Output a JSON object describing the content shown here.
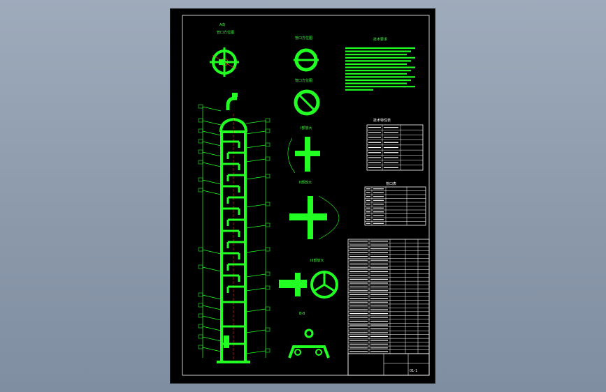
{
  "drawing": {
    "view_a": {
      "title": "A向",
      "subtitle": "管口方位图"
    },
    "section_titles": [
      "管口方位图",
      "管口方位图",
      "I部放大",
      "II部放大",
      "III部放大"
    ],
    "tech_requirements": {
      "title": "技术要求"
    },
    "tech_spec_table": {
      "title": "技术特性表"
    },
    "nozzle_table": {
      "title": "管口表"
    },
    "title_block": {
      "drawing_no": "01-1"
    }
  },
  "colors": {
    "background": "#000000",
    "outline": "#22ff22",
    "centerline": "#ff2020",
    "table": "#ffffff",
    "viewport": "#8a98aa"
  }
}
